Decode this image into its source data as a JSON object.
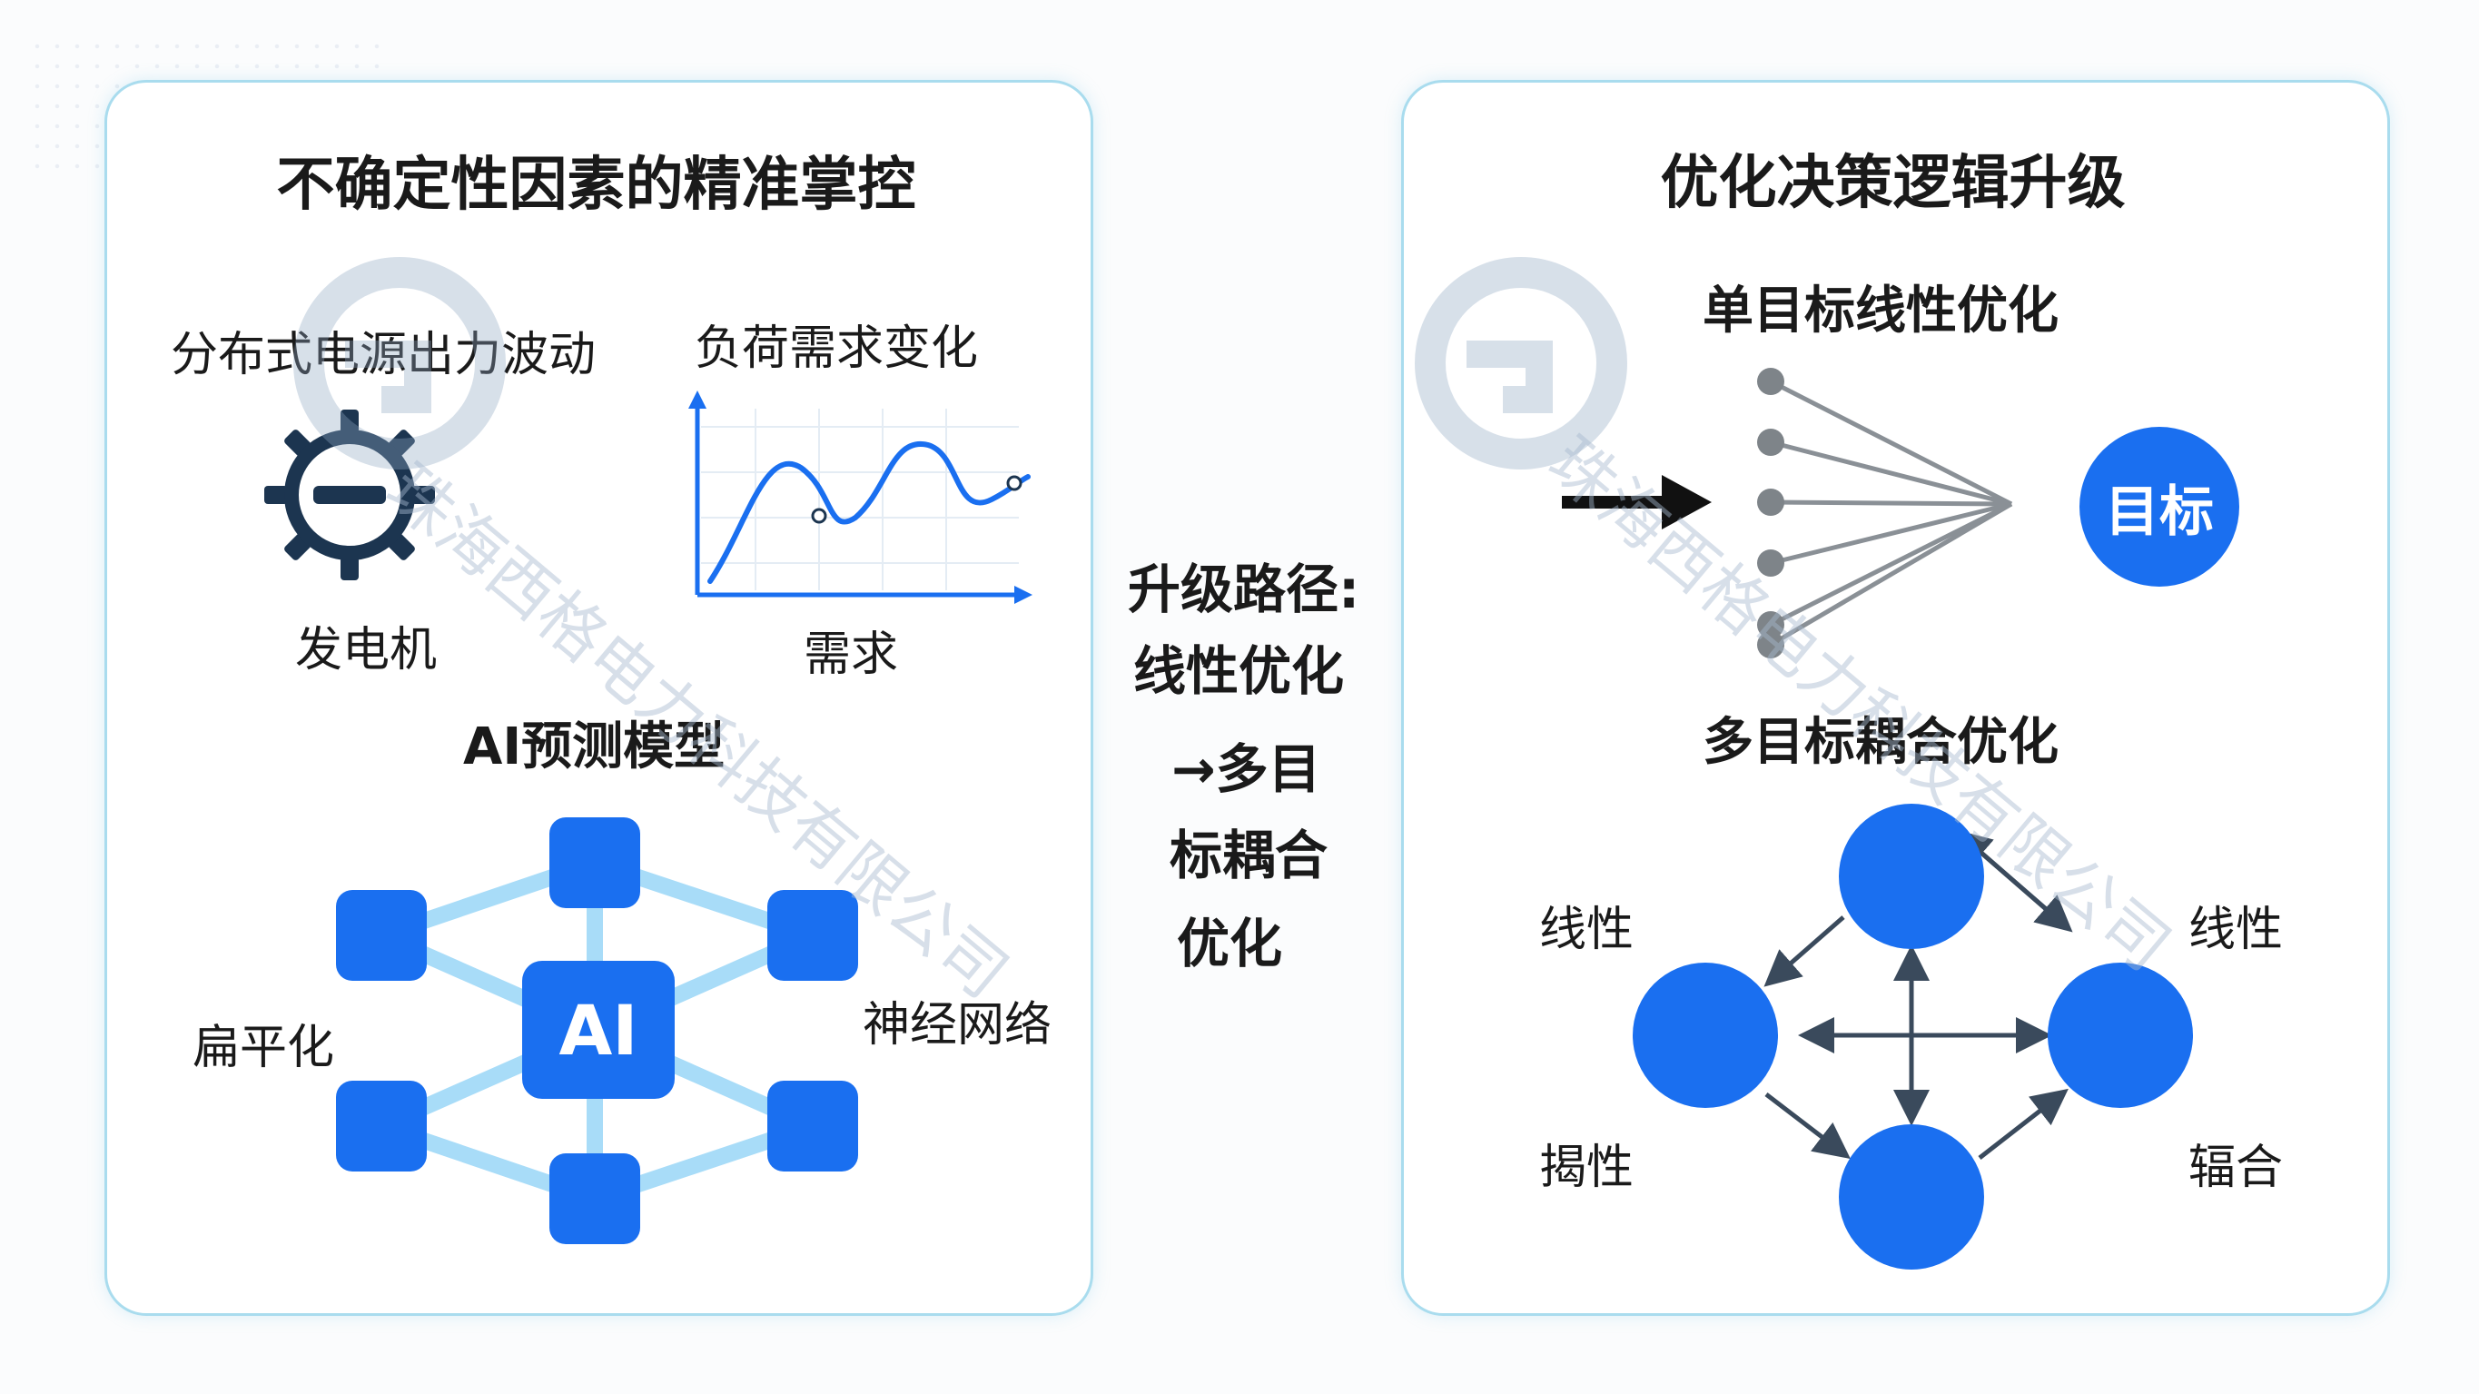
{
  "left_panel": {
    "title": "不确定性因素的精准掌控",
    "distributed_label": "分布式电源出力波动",
    "generator_label": "发电机",
    "load_label": "负荷需求变化",
    "demand_label": "需求",
    "ai_title": "AI预测模型",
    "ai_box_label": "AI",
    "flatten_label": "扁平化",
    "neural_label": "神经网络"
  },
  "center": {
    "lines": [
      "升级路径:",
      "线性优化",
      "→多目",
      "标耦合",
      "优化"
    ]
  },
  "right_panel": {
    "title": "优化决策逻辑升级",
    "single_title": "单目标线性优化",
    "target_label": "目标",
    "multi_title": "多目标耦合优化",
    "labels": {
      "top_left": "线性",
      "top_right": "线性",
      "bottom_left": "揭性",
      "bottom_right": "辐合"
    }
  },
  "watermark": {
    "text": "珠海西格电力科技有限公司"
  },
  "icons": {
    "generator": "gear-minus-icon",
    "demand_chart": "line-chart-icon",
    "arrow": "arrow-right-icon"
  },
  "colors": {
    "accent": "#1a6ff0",
    "panel_border": "#a9dcee",
    "link": "#a8dcf8",
    "dark_navy": "#1c3550",
    "arrow_gray": "#3a4a5c"
  }
}
